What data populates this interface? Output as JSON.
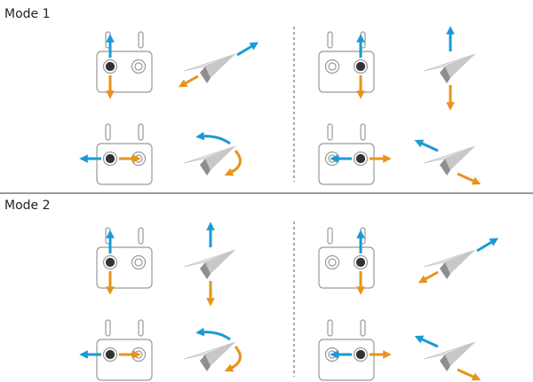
{
  "sections": [
    {
      "label": "Mode 1",
      "panels": [
        {
          "active_stick": "left",
          "arrows": "vertical",
          "plane_motion": "forward-back"
        },
        {
          "active_stick": "right",
          "arrows": "vertical",
          "plane_motion": "up-down"
        },
        {
          "active_stick": "left",
          "arrows": "horizontal",
          "plane_motion": "yaw"
        },
        {
          "active_stick": "right",
          "arrows": "horizontal",
          "plane_motion": "sideways"
        }
      ]
    },
    {
      "label": "Mode 2",
      "panels": [
        {
          "active_stick": "left",
          "arrows": "vertical",
          "plane_motion": "up-down"
        },
        {
          "active_stick": "right",
          "arrows": "vertical",
          "plane_motion": "forward-back"
        },
        {
          "active_stick": "left",
          "arrows": "horizontal",
          "plane_motion": "yaw"
        },
        {
          "active_stick": "right",
          "arrows": "horizontal",
          "plane_motion": "sideways"
        }
      ]
    }
  ],
  "colors": {
    "up_arrow": "#1a9ad6",
    "down_arrow": "#e8931a",
    "outline": "#9a9a9a",
    "stick_active": "#333333",
    "plane_light": "#e4e4e4",
    "plane_mid": "#c8c8c8",
    "plane_dark": "#8f8f8f",
    "divider": "#333333"
  },
  "icons": [
    "remote-controller-icon",
    "paper-plane-icon",
    "arrow-icon",
    "rotation-arrow-icon"
  ]
}
